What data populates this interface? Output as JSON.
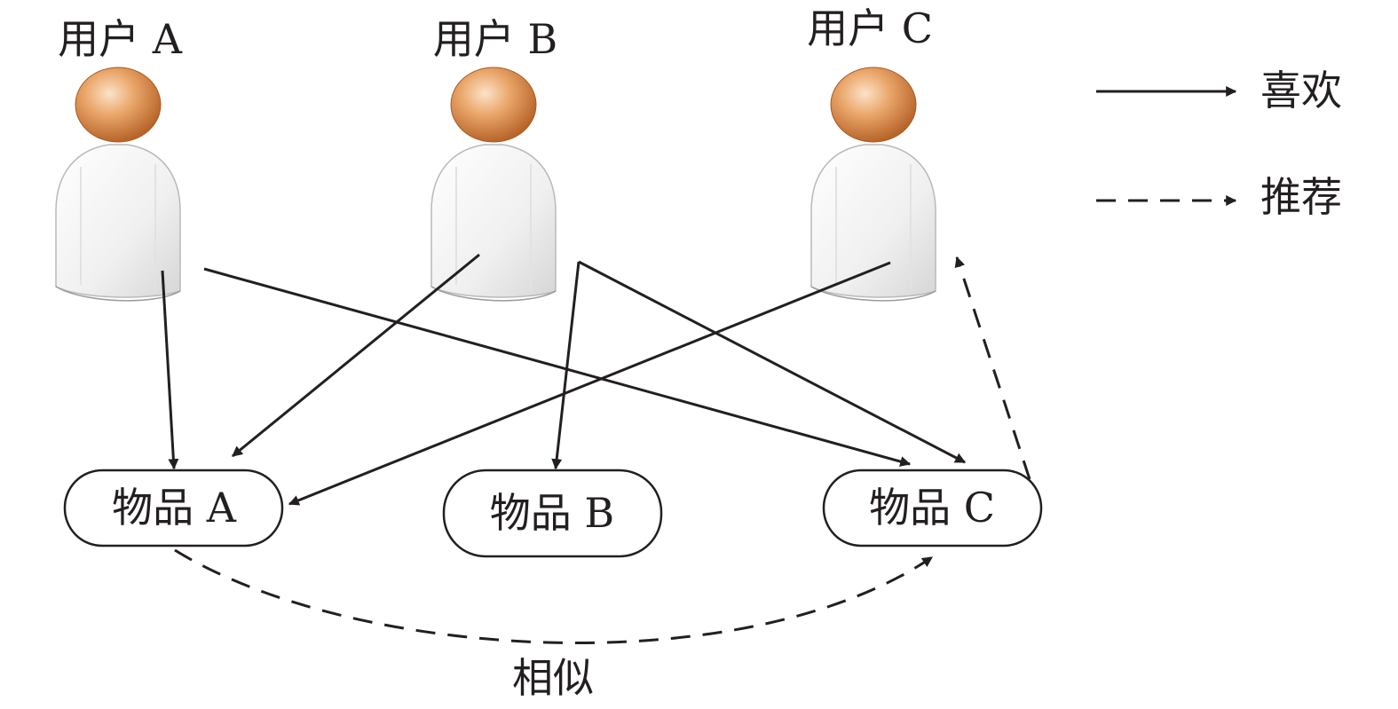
{
  "users": [
    {
      "label": "用户 A"
    },
    {
      "label": "用户 B"
    },
    {
      "label": "用户 C"
    }
  ],
  "items": [
    {
      "label": "物品 A"
    },
    {
      "label": "物品 B"
    },
    {
      "label": "物品 C"
    }
  ],
  "legend": {
    "like_label": "喜欢",
    "recommend_label": "推荐"
  },
  "similar_label": "相似",
  "colors": {
    "stroke": "#231f20",
    "head": "#d98a4a",
    "body": "#f2f2f2"
  }
}
